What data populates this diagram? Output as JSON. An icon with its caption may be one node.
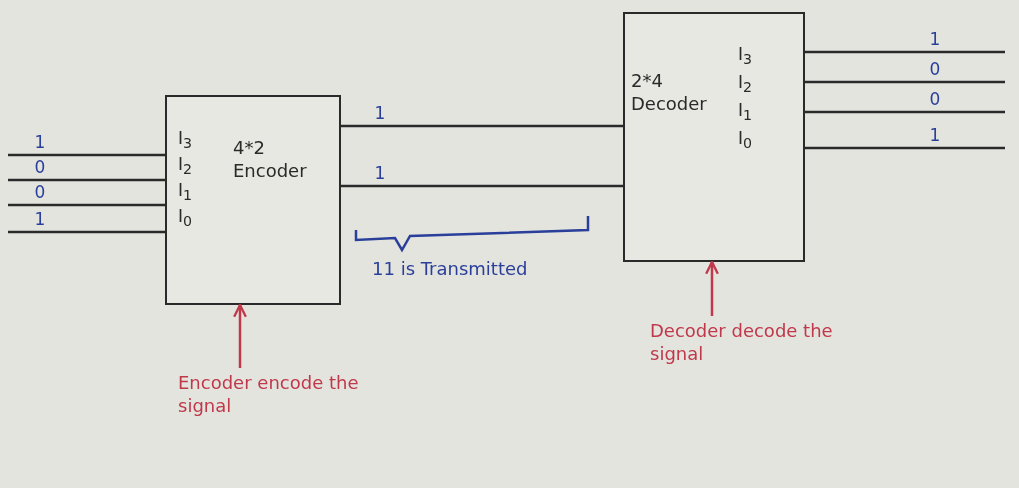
{
  "diagram": {
    "nodes": [
      {
        "text": [
          "4*2 Encoder"
        ]
      },
      {
        "text": [
          "2*4 Decoder"
        ]
      },
      {
        "text": [
          "Encoder encode the signal"
        ]
      },
      {
        "text": [
          "Decoder decode the signal"
        ]
      }
    ],
    "edges": [
      {
        "from": null,
        "to": 0,
        "arrow": "none",
        "label": "1"
      },
      {
        "from": null,
        "to": 0,
        "arrow": "none",
        "label": "0"
      },
      {
        "from": null,
        "to": 0,
        "arrow": "none",
        "label": "0"
      },
      {
        "from": null,
        "to": 0,
        "arrow": "none",
        "label": "1"
      },
      {
        "from": 0,
        "to": 1,
        "arrow": "none",
        "label": "1"
      },
      {
        "from": 0,
        "to": 1,
        "arrow": "none",
        "label": "1"
      },
      {
        "from": 1,
        "to": null,
        "arrow": "none",
        "label": "1"
      },
      {
        "from": 1,
        "to": null,
        "arrow": "none",
        "label": "0"
      },
      {
        "from": 1,
        "to": null,
        "arrow": "none",
        "label": "0"
      },
      {
        "from": 1,
        "to": null,
        "arrow": "none",
        "label": "1"
      },
      {
        "from": 2,
        "to": 0,
        "arrow": "to",
        "color": "#c0394b"
      },
      {
        "from": 3,
        "to": 1,
        "arrow": "to",
        "color": "#c0394b"
      }
    ],
    "labels": [
      "I$_{3}$",
      "I$_{2}$",
      "I$_{1}$",
      "I$_{0}$",
      "11 is Transmitted",
      "I$_{3}$",
      "I$_{2}$",
      "I$_{1}$",
      "I$_{0}$"
    ]
  }
}
